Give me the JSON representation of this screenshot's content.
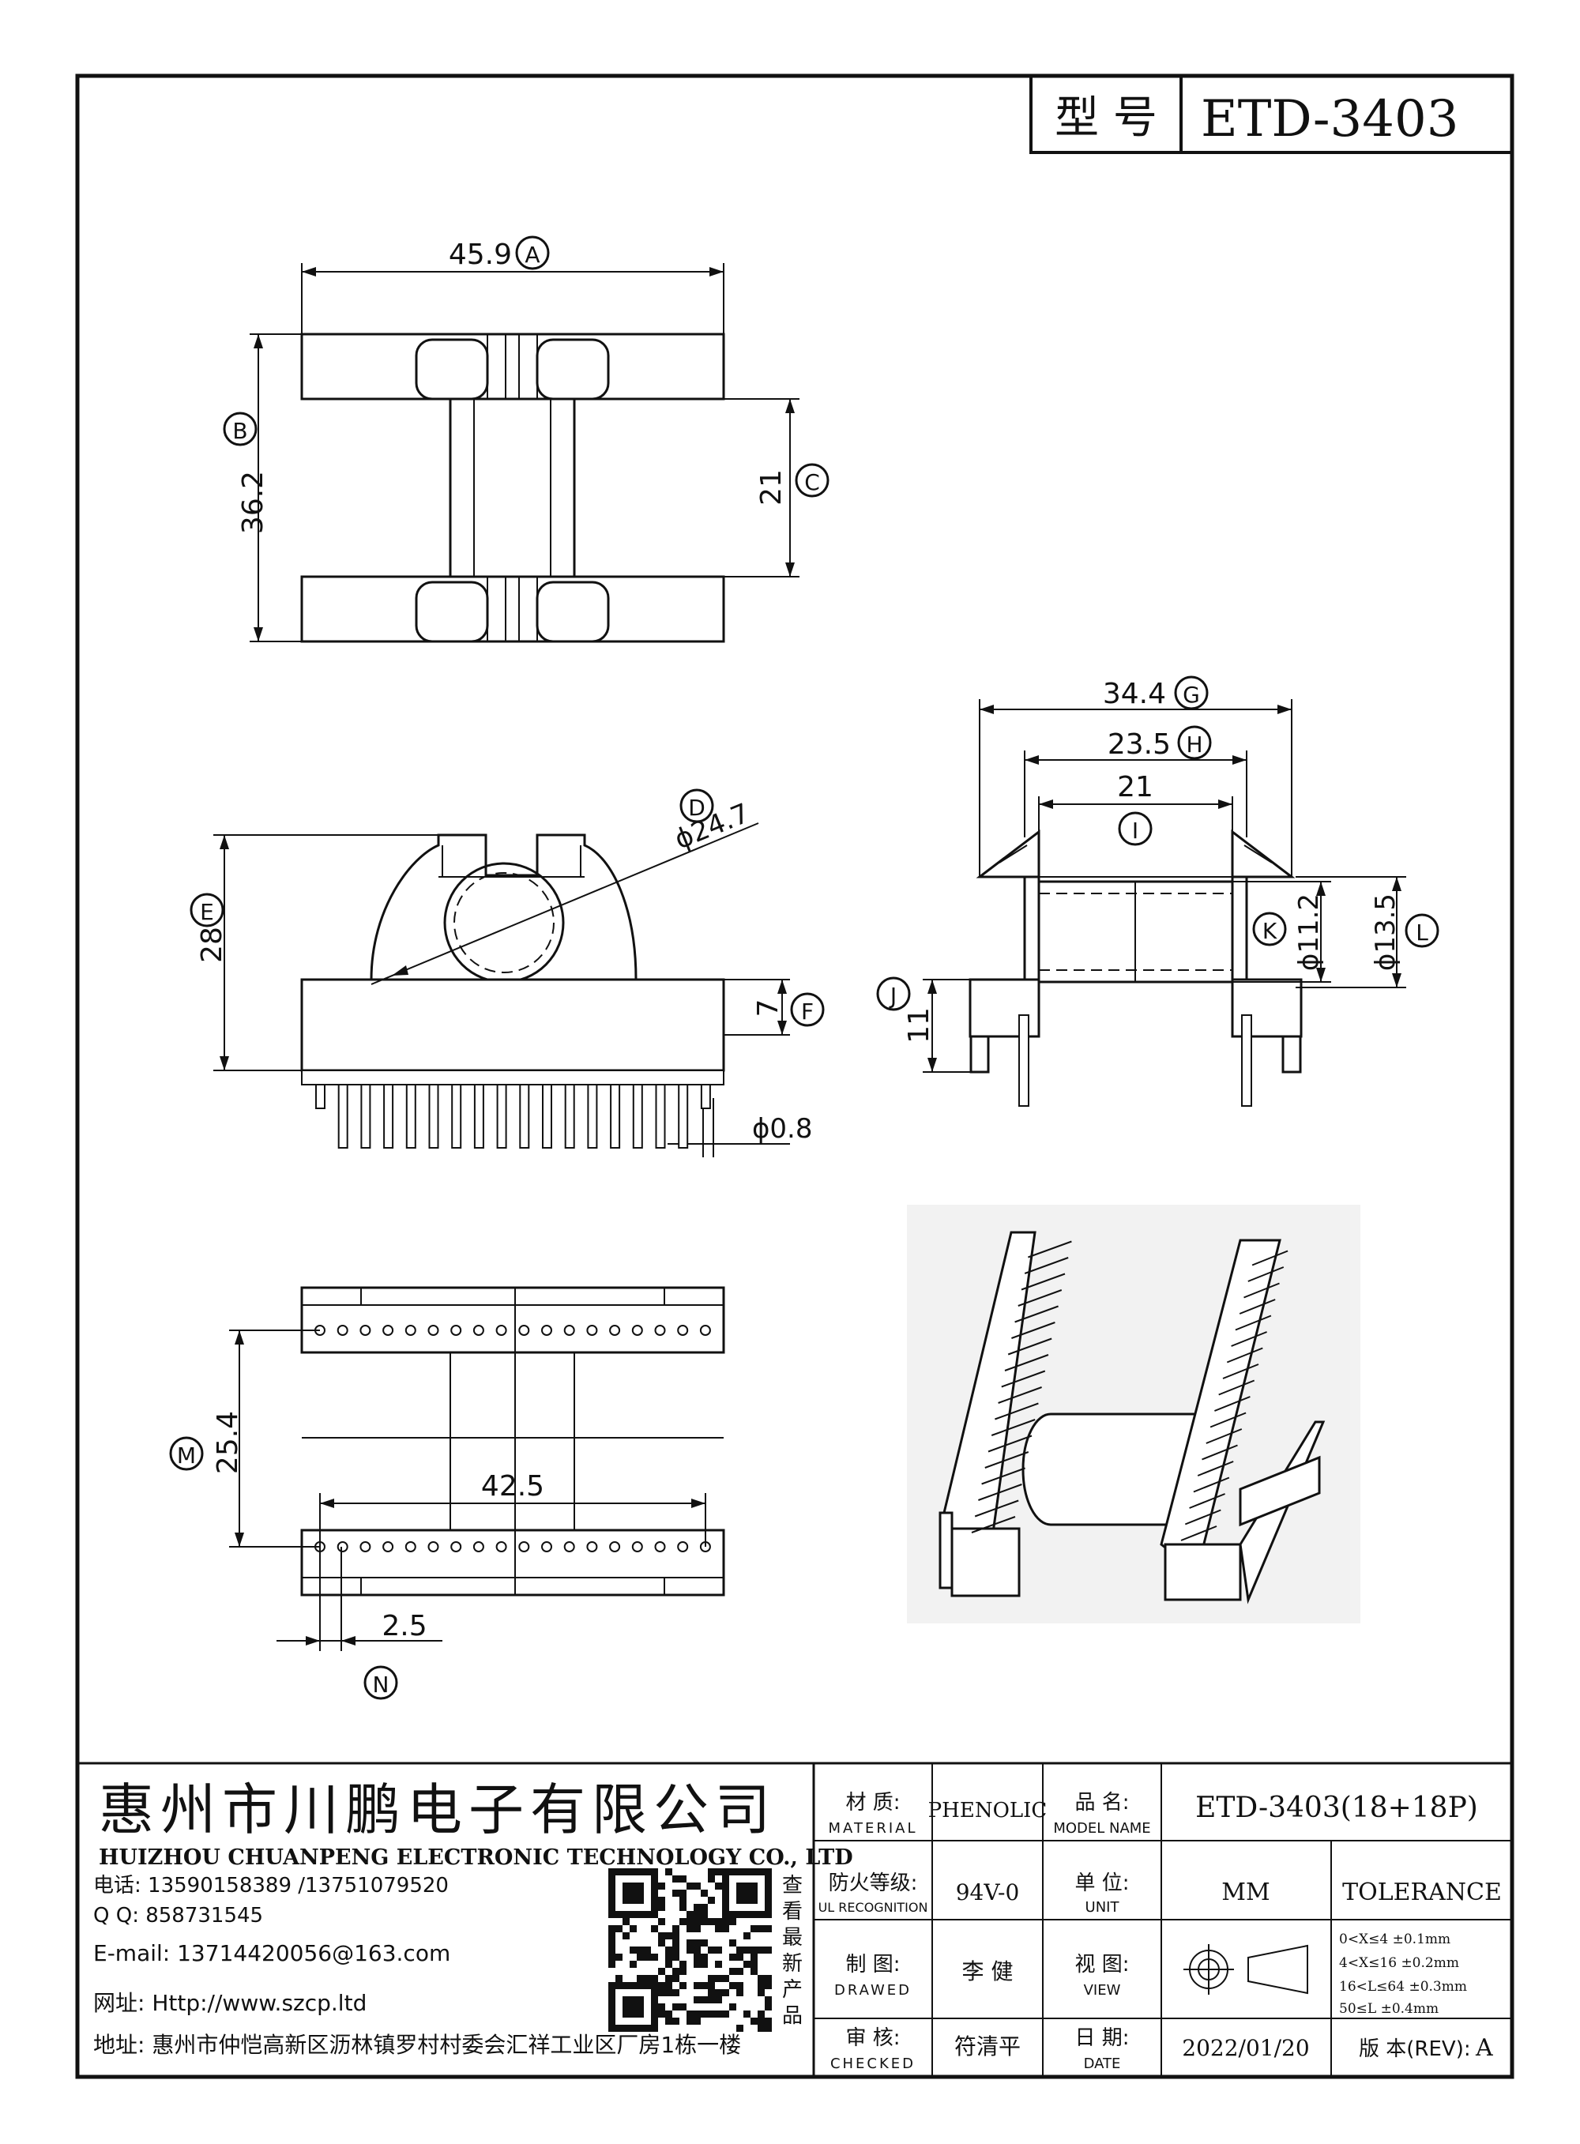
{
  "model_header": {
    "label": "型 号",
    "value": "ETD-3403"
  },
  "dimensions": {
    "A": {
      "letter": "A",
      "value": "45.9"
    },
    "B": {
      "letter": "B",
      "value": "36.2"
    },
    "C": {
      "letter": "C",
      "value": "21"
    },
    "D": {
      "letter": "D",
      "value": "ϕ24.7"
    },
    "E": {
      "letter": "E",
      "value": "28"
    },
    "F": {
      "letter": "F",
      "value": "7"
    },
    "pin_dia": {
      "value": "ϕ0.8"
    },
    "G": {
      "letter": "G",
      "value": "34.4"
    },
    "H": {
      "letter": "H",
      "value": "23.5"
    },
    "I": {
      "letter": "I",
      "value": "21"
    },
    "J": {
      "letter": "J",
      "value": "11"
    },
    "K": {
      "letter": "K",
      "value": "ϕ11.2"
    },
    "L": {
      "letter": "L",
      "value": "ϕ13.5"
    },
    "M": {
      "letter": "M",
      "value": "25.4"
    },
    "span": {
      "value": "42.5"
    },
    "N": {
      "letter": "N",
      "value": "2.5"
    }
  },
  "title_block": {
    "company_cn": "惠州市川鹏电子有限公司",
    "company_en": "HUIZHOU CHUANPENG ELECTRONIC TECHNOLOGY CO., LTD",
    "phone": "电话: 13590158389 /13751079520",
    "qq": "Q Q:  858731545",
    "email": "E-mail: 13714420056@163.com",
    "website": "网址: Http://www.szcp.ltd",
    "address": "地址: 惠州市仲恺高新区沥林镇罗村村委会汇祥工业区厂房1栋一楼",
    "qr_caption": [
      "查",
      "看",
      "最",
      "新",
      "产",
      "品"
    ],
    "material_label_cn": "材 质:",
    "material_label_en": "MATERIAL",
    "material_value": "PHENOLIC",
    "model_name_label_cn": "品 名:",
    "model_name_label_en": "MODEL NAME",
    "model_name_value": "ETD-3403(18+18P)",
    "fire_label_cn": "防火等级:",
    "fire_label_en": "UL RECOGNITION",
    "fire_value": "94V-0",
    "unit_label_cn": "单 位:",
    "unit_label_en": "UNIT",
    "unit_value": "MM",
    "tolerance_label": "TOLERANCE",
    "drawn_label_cn": "制 图:",
    "drawn_label_en": "DRAWED",
    "drawn_value": "李 健",
    "view_label_cn": "视 图:",
    "view_label_en": "VIEW",
    "tolerances": [
      "0<X≤4     ±0.1mm",
      "4<X≤16    ±0.2mm",
      "16<L≤64 ±0.3mm",
      "50≤L        ±0.4mm"
    ],
    "checked_label_cn": "审 核:",
    "checked_label_en": "CHECKED",
    "checked_value": "符清平",
    "date_label_cn": "日 期:",
    "date_label_en": "DATE",
    "date_value": "2022/01/20",
    "rev_label": "版 本(REV):",
    "rev_value": "A"
  },
  "colors": {
    "ink": "#111111",
    "paper": "#ffffff",
    "photo_bg": "#f2f2f2"
  }
}
